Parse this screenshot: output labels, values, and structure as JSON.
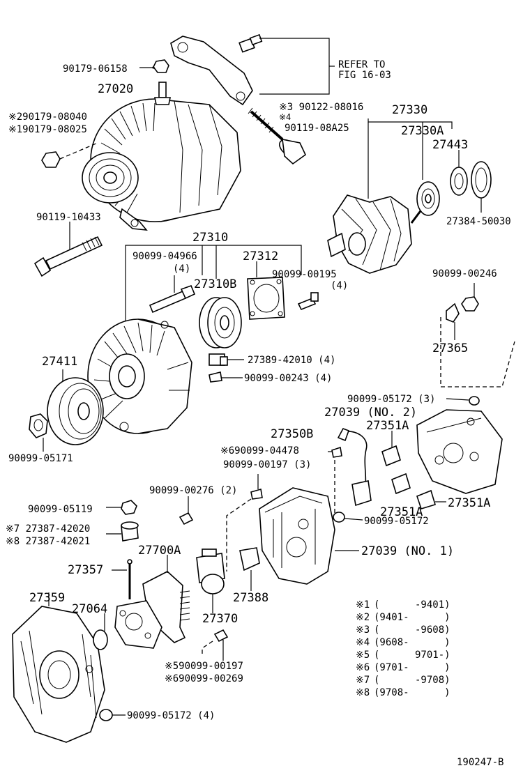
{
  "labels": {
    "p90179_06158": "90179-06158",
    "p27020": "27020",
    "refer_line1": "REFER TO",
    "refer_line2": "FIG 16-03",
    "n3_90122": "※3 90122-08016",
    "n4": "※4",
    "p90119_08a25": "90119-08A25",
    "n2_90179": "※290179-08040",
    "n1_90179": "※190179-08025",
    "p27330": "27330",
    "p27330a": "27330A",
    "p27443": "27443",
    "p27384": "27384-50030",
    "p90119_10433": "90119-10433",
    "p27310": "27310",
    "p90099_04966": "90099-04966",
    "q4a": "(4)",
    "p27312": "27312",
    "p27310b": "27310B",
    "p90099_00195": "90099-00195",
    "q4b": "(4)",
    "p90099_00246": "90099-00246",
    "p27365": "27365",
    "p27411": "27411",
    "p27389": "27389-42010 (4)",
    "p90099_00243": "90099-00243 (4)",
    "p90099_05172_3": "90099-05172 (3)",
    "p27039_no2": "27039 (NO. 2)",
    "p90099_05171": "90099-05171",
    "p27350b": "27350B",
    "p27351a_1": "27351A",
    "n6_90099_04478": "※690099-04478",
    "p90099_00197_3": "90099-00197 (3)",
    "p90099_00276": "90099-00276 (2)",
    "p90099_05119": "90099-05119",
    "n7_27387": "※7 27387-42020",
    "n8_27387": "※8 27387-42021",
    "p27351a_2": "27351A",
    "p27351a_3": "27351A",
    "p90099_05172": "90099-05172",
    "p27357": "27357",
    "p27700a": "27700A",
    "p27039_no1": "27039 (NO. 1)",
    "p27359": "27359",
    "p27064": "27064",
    "p27388": "27388",
    "p27370": "27370",
    "n5_90099_00197": "※590099-00197",
    "n6_90099_00269": "※690099-00269",
    "p90099_05172_4": "90099-05172 (4)",
    "fig_id": "190247-B"
  },
  "legend": [
    {
      "mark": "※1",
      "range": "(      -9401)"
    },
    {
      "mark": "※2",
      "range": "(9401-      )"
    },
    {
      "mark": "※3",
      "range": "(      -9608)"
    },
    {
      "mark": "※4",
      "range": "(9608-      )"
    },
    {
      "mark": "※5",
      "range": "(      9701-)"
    },
    {
      "mark": "※6",
      "range": "(9701-      )"
    },
    {
      "mark": "※7",
      "range": "(      -9708)"
    },
    {
      "mark": "※8",
      "range": "(9708-      )"
    }
  ]
}
